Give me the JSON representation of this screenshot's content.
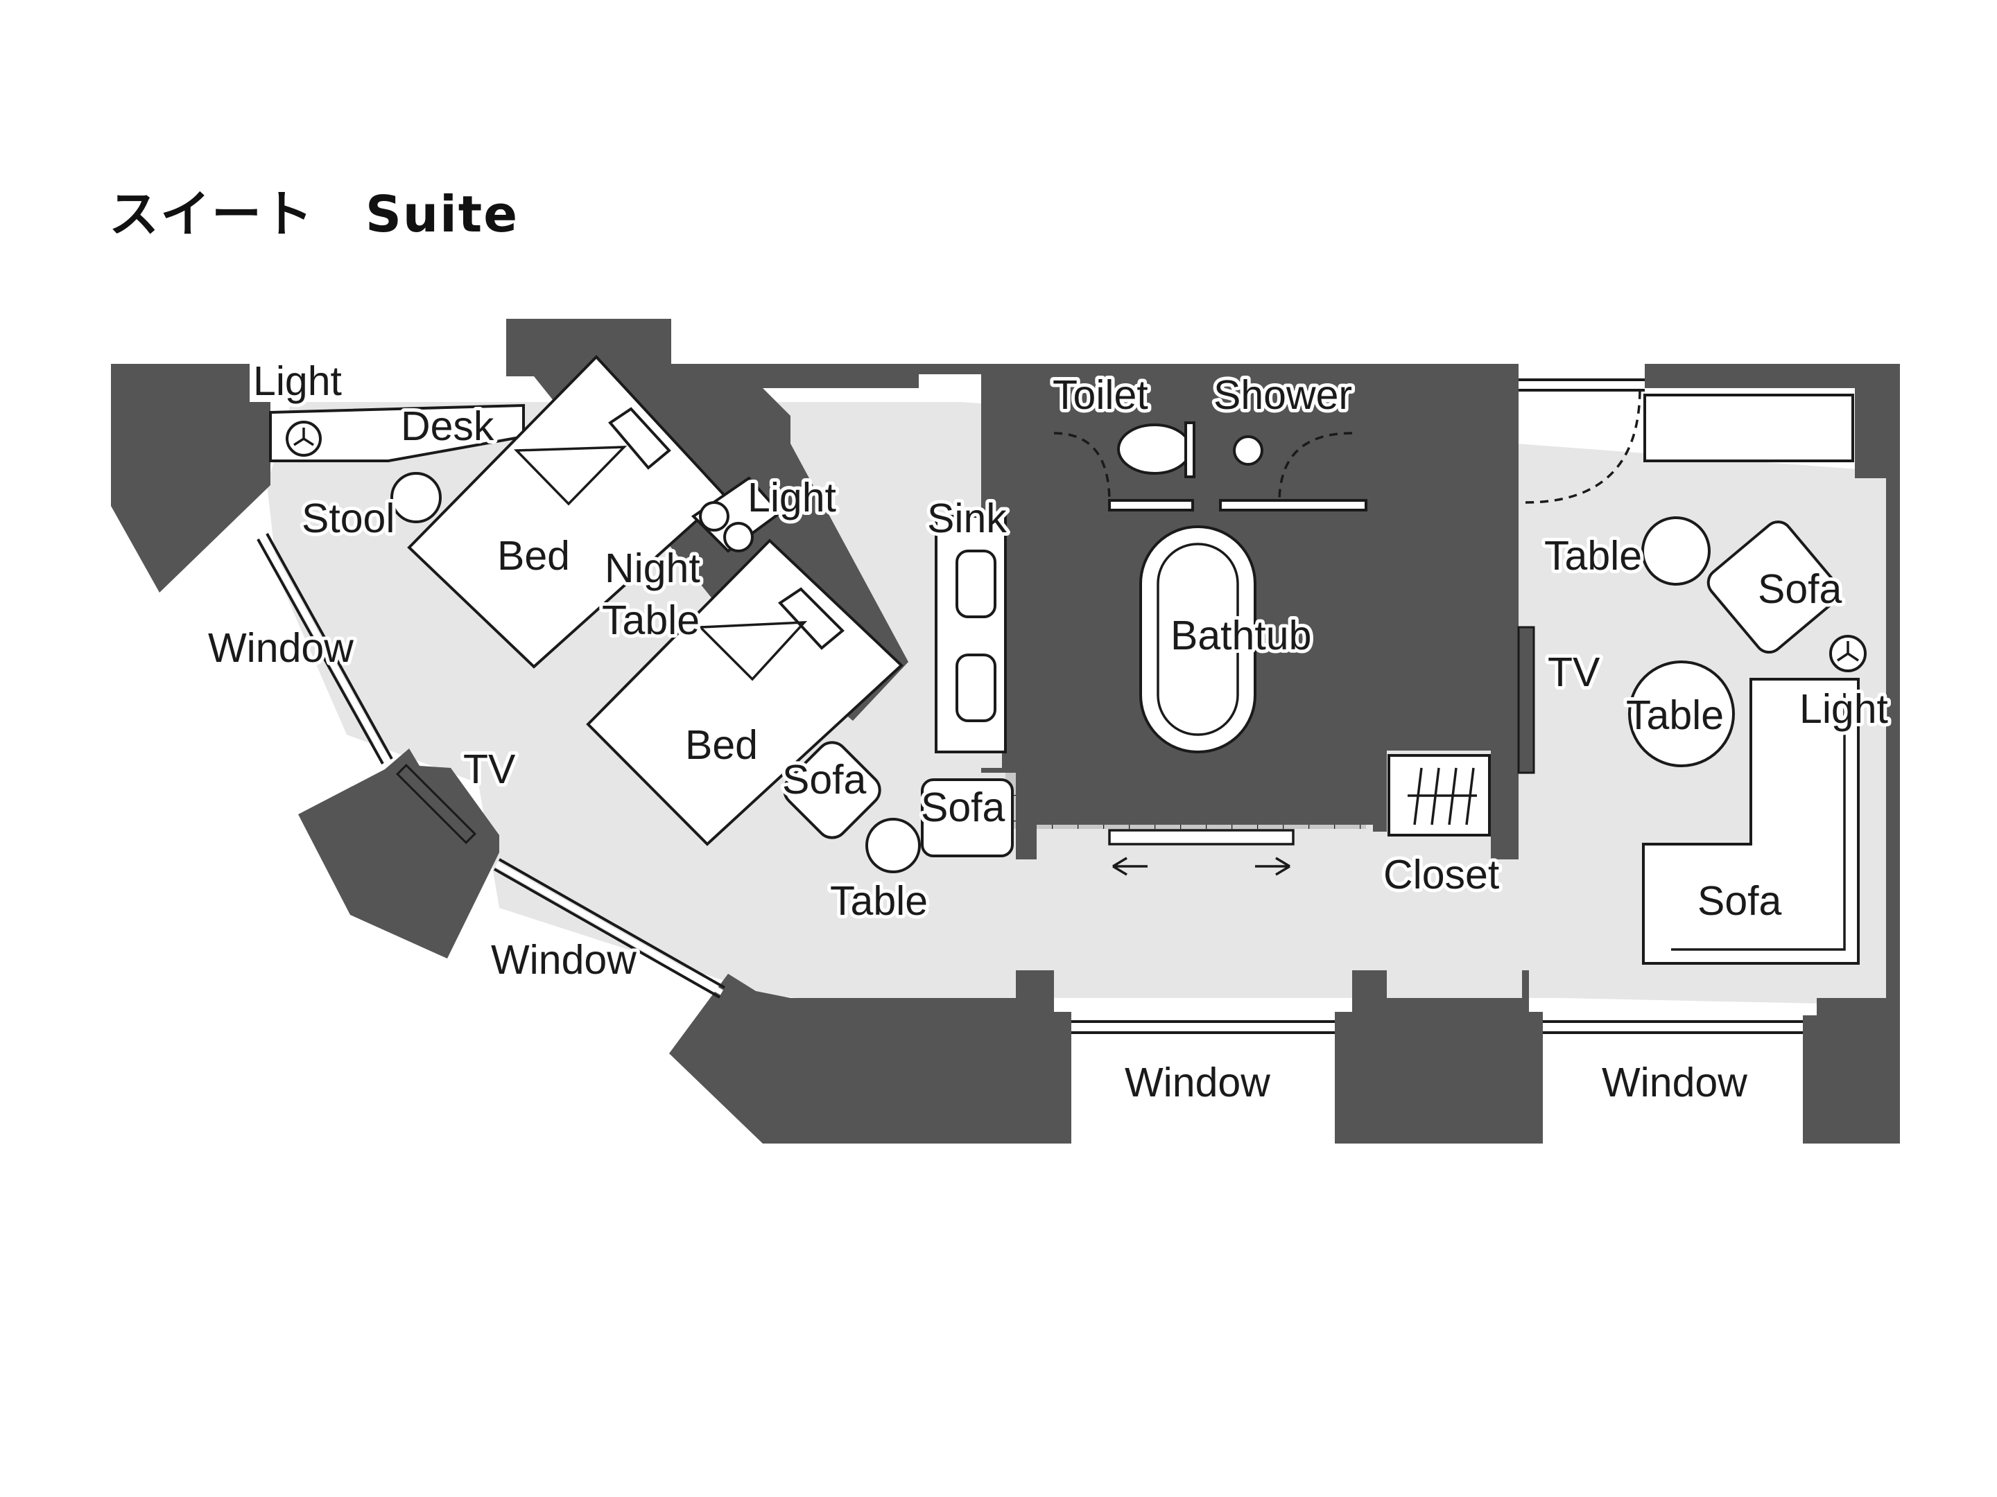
{
  "title": "スイート　Suite",
  "labels": {
    "light_desk": "Light",
    "desk": "Desk",
    "stool": "Stool",
    "bed_1": "Bed",
    "bed_2": "Bed",
    "light_bed": "Light",
    "night": "Night",
    "night_table": "Table",
    "window_left": "Window",
    "tv_left": "TV",
    "window_lower": "Window",
    "sofa_small": "Sofa",
    "sofa_chair": "Sofa",
    "table_small": "Table",
    "toilet": "Toilet",
    "shower": "Shower",
    "sink": "Sink",
    "bathtub": "Bathtub",
    "closet": "Closet",
    "table_living_top": "Table",
    "sofa_living_chair": "Sofa",
    "tv_living": "TV",
    "table_living_mid": "Table",
    "light_living": "Light",
    "sofa_living_l": "Sofa",
    "window_bottom_1": "Window",
    "window_bottom_2": "Window"
  },
  "colors": {
    "wall": "#555555",
    "floor": "#e6e6e6",
    "line": "#1a1a1a",
    "background": "#ffffff"
  }
}
